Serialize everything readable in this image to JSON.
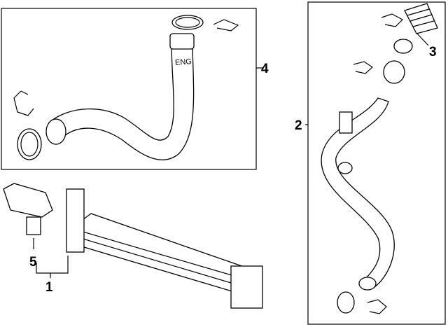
{
  "callouts": {
    "c1": "1",
    "c2": "2",
    "c3": "3",
    "c4": "4",
    "c5": "5"
  },
  "hose_marking": "ENG",
  "colors": {
    "line": "#000000",
    "background": "#ffffff"
  }
}
